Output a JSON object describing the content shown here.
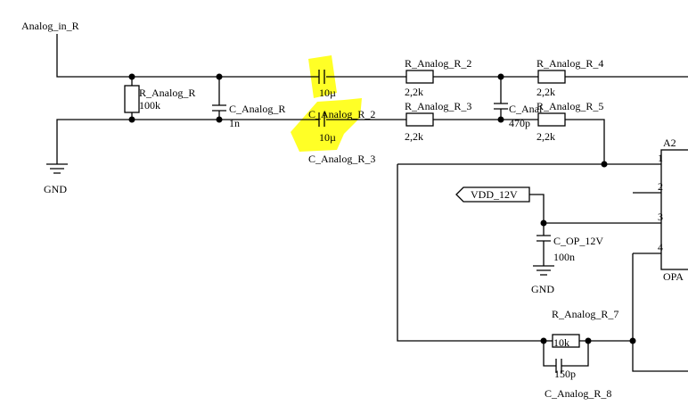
{
  "labels": {
    "analog_in": "Analog_in_R",
    "gnd_left": "GND",
    "gnd_opamp": "GND",
    "r_analog_r": "R_Analog_R",
    "r_analog_r_val": "100k",
    "c_analog_r": "C_Analog_R",
    "c_analog_r_val": "1n",
    "c1_val": "10µ",
    "c_analog_r_2": "C_Analog_R_2",
    "c2_val": "10µ",
    "c_analog_r_3": "C_Analog_R_3",
    "r_analog_r_2": "R_Analog_R_2",
    "r2_val": "2,2k",
    "r_analog_r_3": "R_Analog_R_3",
    "r3_val": "2,2k",
    "c_analog_r_4_partial": "C_Anal",
    "c4_val_partial": "470p",
    "r_analog_r_4": "R_Analog_R_4",
    "r4_val": "2,2k",
    "r_analog_r_5": "R_Analog_R_5",
    "r5_val": "2,2k",
    "a2": "A2",
    "opa_partial": "OPA",
    "pin1": "1",
    "pin2": "2",
    "pin3": "3",
    "pin4": "4",
    "vdd": "VDD_12V",
    "c_op_12v": "C_OP_12V",
    "c_op_val": "100n",
    "r_analog_r_7": "R_Analog_R_7",
    "r7_val": "10k",
    "c8_val": "150p",
    "c_analog_r_8": "C_Analog_R_8"
  },
  "colors": {
    "highlight": "#ffff00",
    "wire": "#000000"
  }
}
